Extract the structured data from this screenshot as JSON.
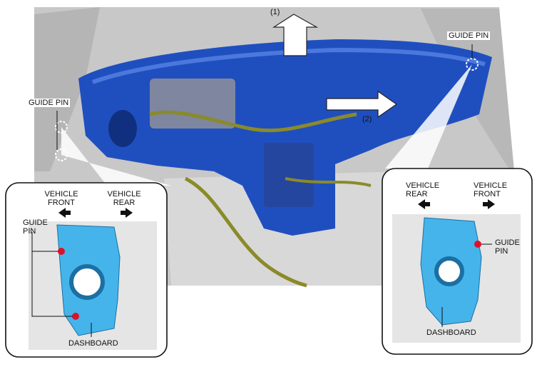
{
  "labels": {
    "arrow_1": "(1)",
    "arrow_2": "(2)",
    "guide_pin_top_right": "GUIDE PIN",
    "guide_pin_left": "GUIDE PIN"
  },
  "inset_left": {
    "vehicle_front": [
      "VEHICLE",
      "FRONT"
    ],
    "vehicle_rear": [
      "VEHICLE",
      "REAR"
    ],
    "guide_pin": [
      "GUIDE",
      "PIN"
    ],
    "dashboard": "DASHBOARD"
  },
  "inset_right": {
    "vehicle_rear": [
      "VEHICLE",
      "REAR"
    ],
    "vehicle_front": [
      "VEHICLE",
      "FRONT"
    ],
    "guide_pin": [
      "GUIDE",
      "PIN"
    ],
    "dashboard": "DASHBOARD"
  },
  "colors": {
    "dashboard_blue": "#1f4fbf",
    "inset_blue": "#45b4ea",
    "harness": "#8a8a2a",
    "pin_red": "#e0102a",
    "body_gray": "#c8c8c8"
  }
}
